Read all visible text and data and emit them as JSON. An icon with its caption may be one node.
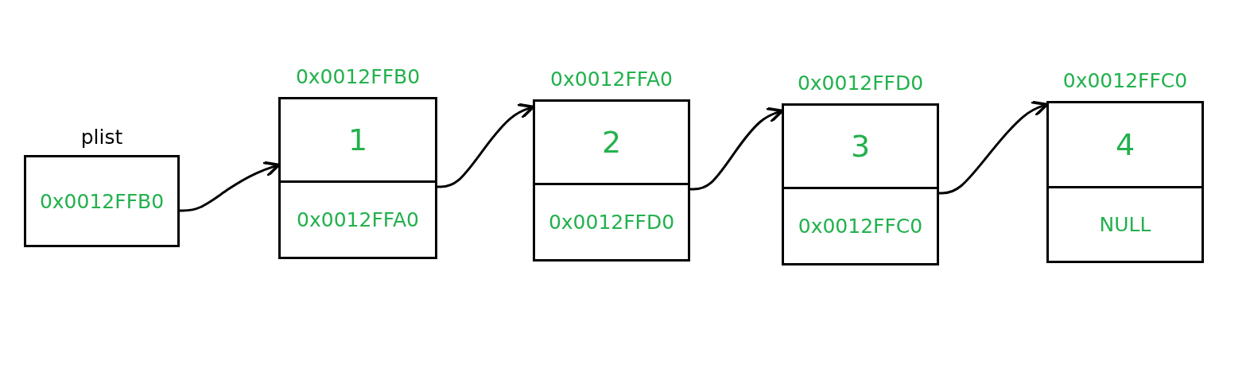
{
  "diagram": {
    "nodes": [
      {
        "text": [
          "plist",
          "0x0012FFB0"
        ]
      },
      {
        "text": [
          "0x0012FFB0"
        ]
      },
      {
        "text": [
          "1"
        ],
        "in": 1
      },
      {
        "text": [
          "0x0012FFA0"
        ],
        "in": 1
      },
      {
        "text": [
          "0x0012FFA0"
        ]
      },
      {
        "text": [
          "2"
        ],
        "in": 4
      },
      {
        "text": [
          "0x0012FFD0"
        ],
        "in": 4
      },
      {
        "text": [
          "0x0012FFD0"
        ]
      },
      {
        "text": [
          "3"
        ],
        "in": 7
      },
      {
        "text": [
          "0x0012FFC0"
        ],
        "in": 7
      },
      {
        "text": [
          "0x0012FFC0"
        ]
      },
      {
        "text": [
          "4"
        ],
        "in": 10
      },
      {
        "text": [
          "NULL"
        ],
        "in": 10
      }
    ],
    "edges": [
      {
        "from": 0,
        "to": 1,
        "arrow": "to"
      },
      {
        "from": 3,
        "to": 4,
        "arrow": "to"
      },
      {
        "from": 6,
        "to": 7,
        "arrow": "to"
      },
      {
        "from": 9,
        "to": 10,
        "arrow": "to"
      }
    ]
  }
}
